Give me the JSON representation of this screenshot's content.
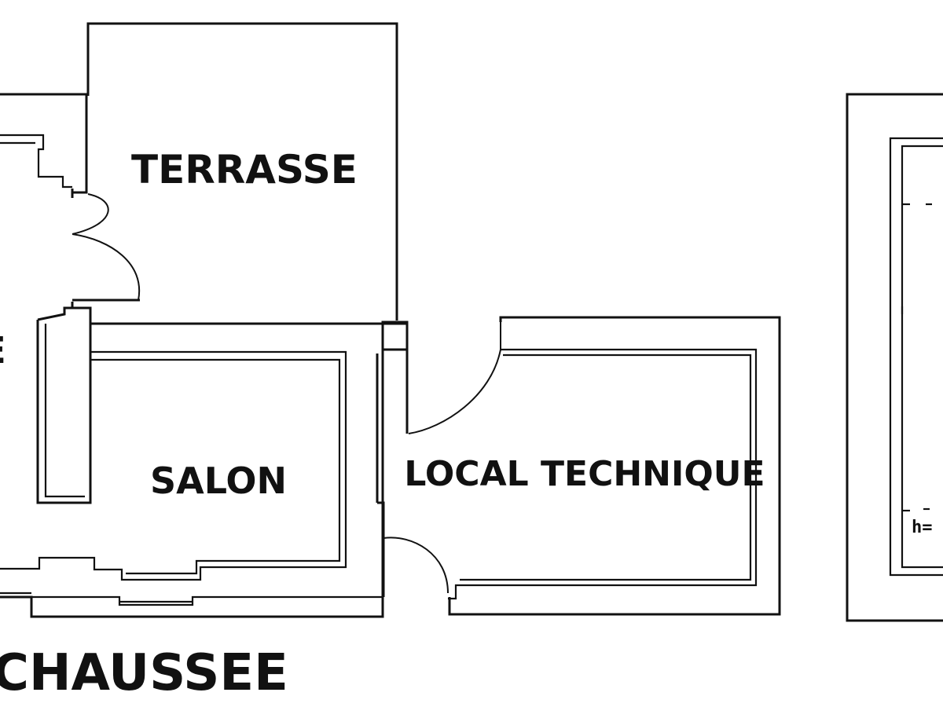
{
  "plan": {
    "rooms": {
      "terrasse": "TERRASSE",
      "salon": "SALON",
      "local_technique": "LOCAL TECHNIQUE",
      "left_cut": "E"
    },
    "level_label": "CHAUSSEE",
    "height_note": "h="
  }
}
